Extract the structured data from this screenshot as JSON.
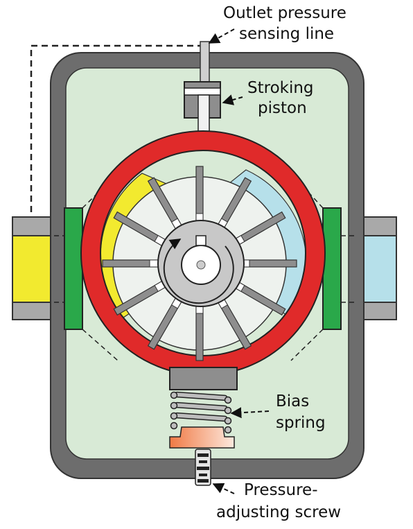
{
  "labels": {
    "outlet_line1": "Outlet pressure",
    "outlet_line2": "sensing line",
    "stroking_line1": "Stroking",
    "stroking_line2": "piston",
    "bias_line1": "Bias",
    "bias_line2": "spring",
    "screw_line1": "Pressure-",
    "screw_line2": "adjusting screw"
  },
  "colors": {
    "housing": "#6d6d6d",
    "housing_interior": "#d8ead6",
    "cam_ring": "#e02a2a",
    "inlet_port": "#f2ea2f",
    "outlet_port": "#b6e0ea",
    "port_plate": "#2aa84a",
    "rotor": "#c8c8c8",
    "adjuster": "#f4875a"
  },
  "vane_count": 12
}
